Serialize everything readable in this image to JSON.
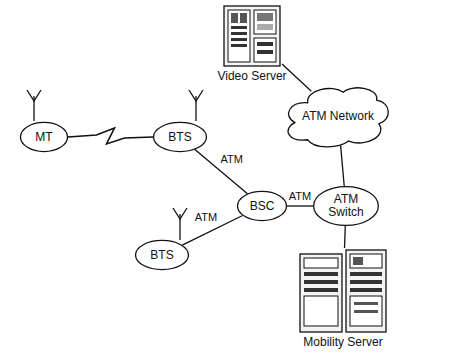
{
  "diagram": {
    "nodes": [
      {
        "text": [
          "Video Server"
        ]
      },
      {
        "text": [
          "ATM Network"
        ]
      },
      {
        "text": [
          "MT"
        ]
      },
      {
        "text": [
          "BTS"
        ]
      },
      {
        "text": [
          "BSC"
        ]
      },
      {
        "text": [
          "ATM Switch"
        ]
      },
      {
        "text": [
          "BTS"
        ]
      },
      {
        "text": [
          "Mobility Server"
        ]
      }
    ],
    "edges": [
      {
        "from": 2,
        "to": 3,
        "arrow": "none"
      },
      {
        "from": 3,
        "to": 4,
        "label": "ATM",
        "arrow": "none"
      },
      {
        "from": 6,
        "to": 4,
        "label": "ATM",
        "arrow": "none"
      },
      {
        "from": 4,
        "to": 5,
        "label": "ATM",
        "arrow": "none"
      },
      {
        "from": 5,
        "to": 1,
        "arrow": "none"
      },
      {
        "from": 1,
        "to": 0,
        "arrow": "none"
      },
      {
        "from": 5,
        "to": 7,
        "arrow": "none"
      }
    ]
  }
}
